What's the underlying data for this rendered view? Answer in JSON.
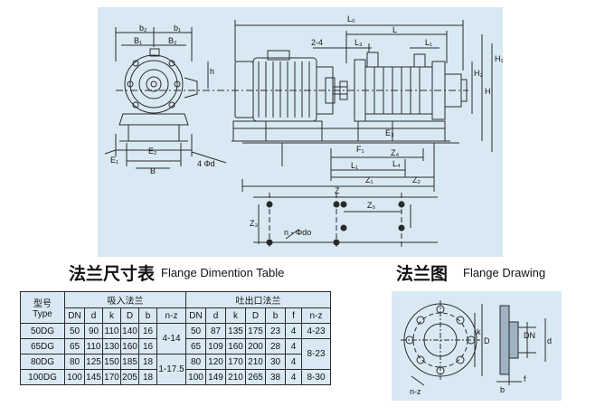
{
  "titles": {
    "table_cn": "法兰尺寸表",
    "table_en": "Flange Dimention Table",
    "drawing_cn": "法兰图",
    "drawing_en": "Flange Drawing"
  },
  "table": {
    "type_cn": "型号",
    "type_en": "Type",
    "suction_group": "吸入法兰",
    "discharge_group": "吐出口法兰",
    "columns": [
      "DN",
      "d",
      "k",
      "D",
      "b",
      "n-z"
    ],
    "rows": [
      {
        "type": "50DG",
        "s": [
          "50",
          "90",
          "110",
          "140",
          "16"
        ],
        "d": [
          "50",
          "87",
          "135",
          "175",
          "23",
          "4"
        ],
        "dnz": "4-23"
      },
      {
        "type": "65DG",
        "s": [
          "65",
          "110",
          "130",
          "160",
          "16"
        ],
        "d": [
          "65",
          "109",
          "160",
          "200",
          "28",
          "4"
        ]
      },
      {
        "type": "80DG",
        "s": [
          "80",
          "125",
          "150",
          "185",
          "18"
        ],
        "d": [
          "80",
          "120",
          "170",
          "210",
          "30",
          "4"
        ]
      },
      {
        "type": "100DG",
        "s": [
          "100",
          "145",
          "170",
          "205",
          "18"
        ],
        "d": [
          "100",
          "149",
          "210",
          "265",
          "38",
          "4"
        ],
        "dnz": "8-30"
      }
    ],
    "suction_nz": [
      "4-14",
      "1-17.5"
    ],
    "discharge_nz_merged": "8-23"
  },
  "pump_labels": {
    "b2": "b₂",
    "b1": "b₁",
    "B1": "B₁",
    "B2": "B₂",
    "h": "h",
    "L0": "L₀",
    "L": "L",
    "L3": "L₃",
    "L1": "L₁",
    "c24": "2-4",
    "H": "H",
    "H1": "H₁",
    "H2": "H₂",
    "E1": "E₁",
    "E2": "E₂",
    "B": "B",
    "phid": "4  Φd",
    "Z": "Z",
    "Z1": "Z₁",
    "Z2": "Z₂",
    "Z3": "Z₃",
    "Z4": "Z₄",
    "Z5": "Z₅",
    "L4": "L₄",
    "F1": "F₁",
    "E3": "E₃",
    "ndo": "n - Φdo"
  },
  "flange_labels": {
    "nz": "n-z",
    "D": "D",
    "k": "k",
    "DN": "DN",
    "d": "d",
    "b": "b",
    "f": "f"
  },
  "colors": {
    "panel": "#d9e9f4",
    "line": "#2a2a2a"
  }
}
